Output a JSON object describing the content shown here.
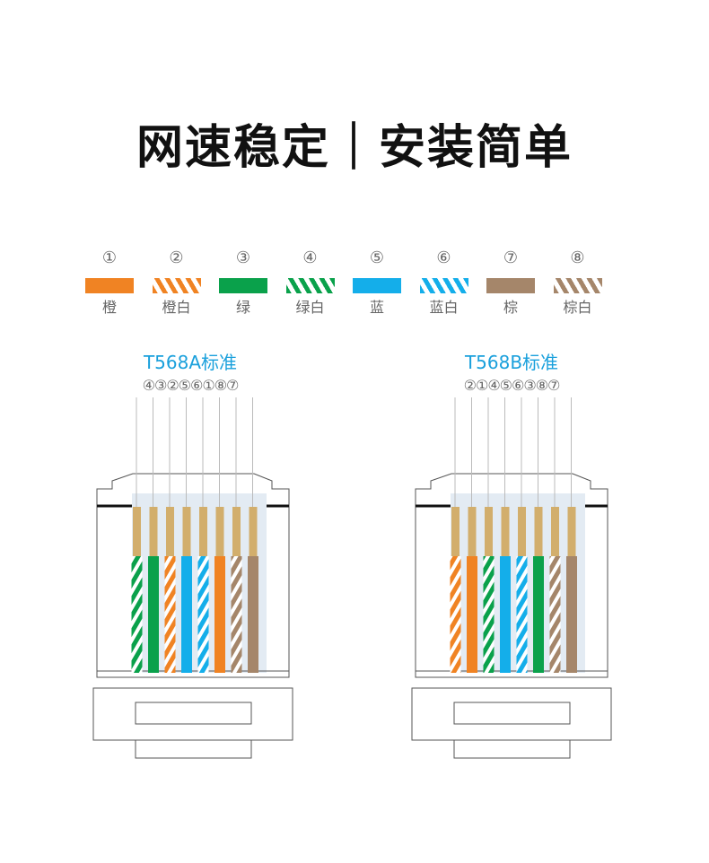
{
  "title": "网速稳定｜安装简单",
  "legend": [
    {
      "num": "①",
      "label": "橙",
      "color": "#f08323",
      "striped": false
    },
    {
      "num": "②",
      "label": "橙白",
      "color": "#f08323",
      "striped": true
    },
    {
      "num": "③",
      "label": "绿",
      "color": "#0aa14b",
      "striped": false
    },
    {
      "num": "④",
      "label": "绿白",
      "color": "#0aa14b",
      "striped": true
    },
    {
      "num": "⑤",
      "label": "蓝",
      "color": "#14aeea",
      "striped": false
    },
    {
      "num": "⑥",
      "label": "蓝白",
      "color": "#14aeea",
      "striped": true
    },
    {
      "num": "⑦",
      "label": "棕",
      "color": "#a5866a",
      "striped": false
    },
    {
      "num": "⑧",
      "label": "棕白",
      "color": "#a5866a",
      "striped": true
    }
  ],
  "standards": [
    {
      "title": "T568A标准",
      "order_text": "④③②⑤⑥①⑧⑦",
      "order": [
        4,
        3,
        2,
        5,
        6,
        1,
        8,
        7
      ]
    },
    {
      "title": "T568B标准",
      "order_text": "②①④⑤⑥③⑧⑦",
      "order": [
        2,
        1,
        4,
        5,
        6,
        3,
        8,
        7
      ]
    }
  ],
  "colors": {
    "accent": "#1aa0dc",
    "contact": "#d2ae6c",
    "outline": "#555555",
    "inner": "#e3ebf3"
  }
}
